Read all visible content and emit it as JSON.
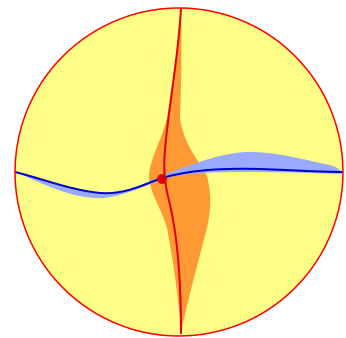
{
  "diagram": {
    "colors": {
      "background": "#ffffff",
      "disk_fill": "#ffff88",
      "boundary": "#ff0000",
      "vertical_region_fill": "#ff9933",
      "horizontal_region_fill": "#99aaff",
      "vertical_curve": "#e00000",
      "horizontal_curve": "#0000cc",
      "intersection_point": "#dd0000"
    },
    "elements": [
      "circle-boundary",
      "vertical-geodesic",
      "horizontal-geodesic",
      "vertical-region",
      "horizontal-region",
      "intersection-point"
    ]
  }
}
